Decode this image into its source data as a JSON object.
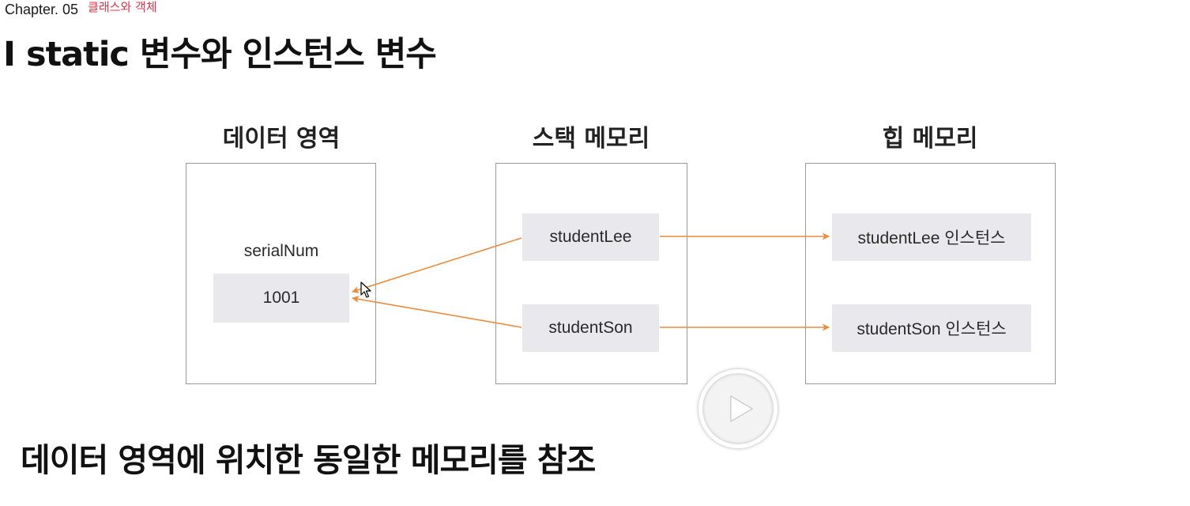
{
  "header": {
    "chapter_label": "Chapter. 05",
    "chapter_topic": "클래스와 객체",
    "title": "I static 변수와 인스턴스 변수"
  },
  "diagram": {
    "data_area": {
      "title": "데이터 영역",
      "variable_name": "serialNum",
      "variable_value": "1001"
    },
    "stack_memory": {
      "title": "스택 메모리",
      "refs": [
        "studentLee",
        "studentSon"
      ]
    },
    "heap_memory": {
      "title": "힙 메모리",
      "instances": [
        "studentLee 인스턴스",
        "studentSon 인스턴스"
      ]
    },
    "arrow_color": "#ee8a3a"
  },
  "caption": "데이터 영역에 위치한 동일한 메모리를 참조",
  "player": {
    "play_icon": "play-icon"
  }
}
